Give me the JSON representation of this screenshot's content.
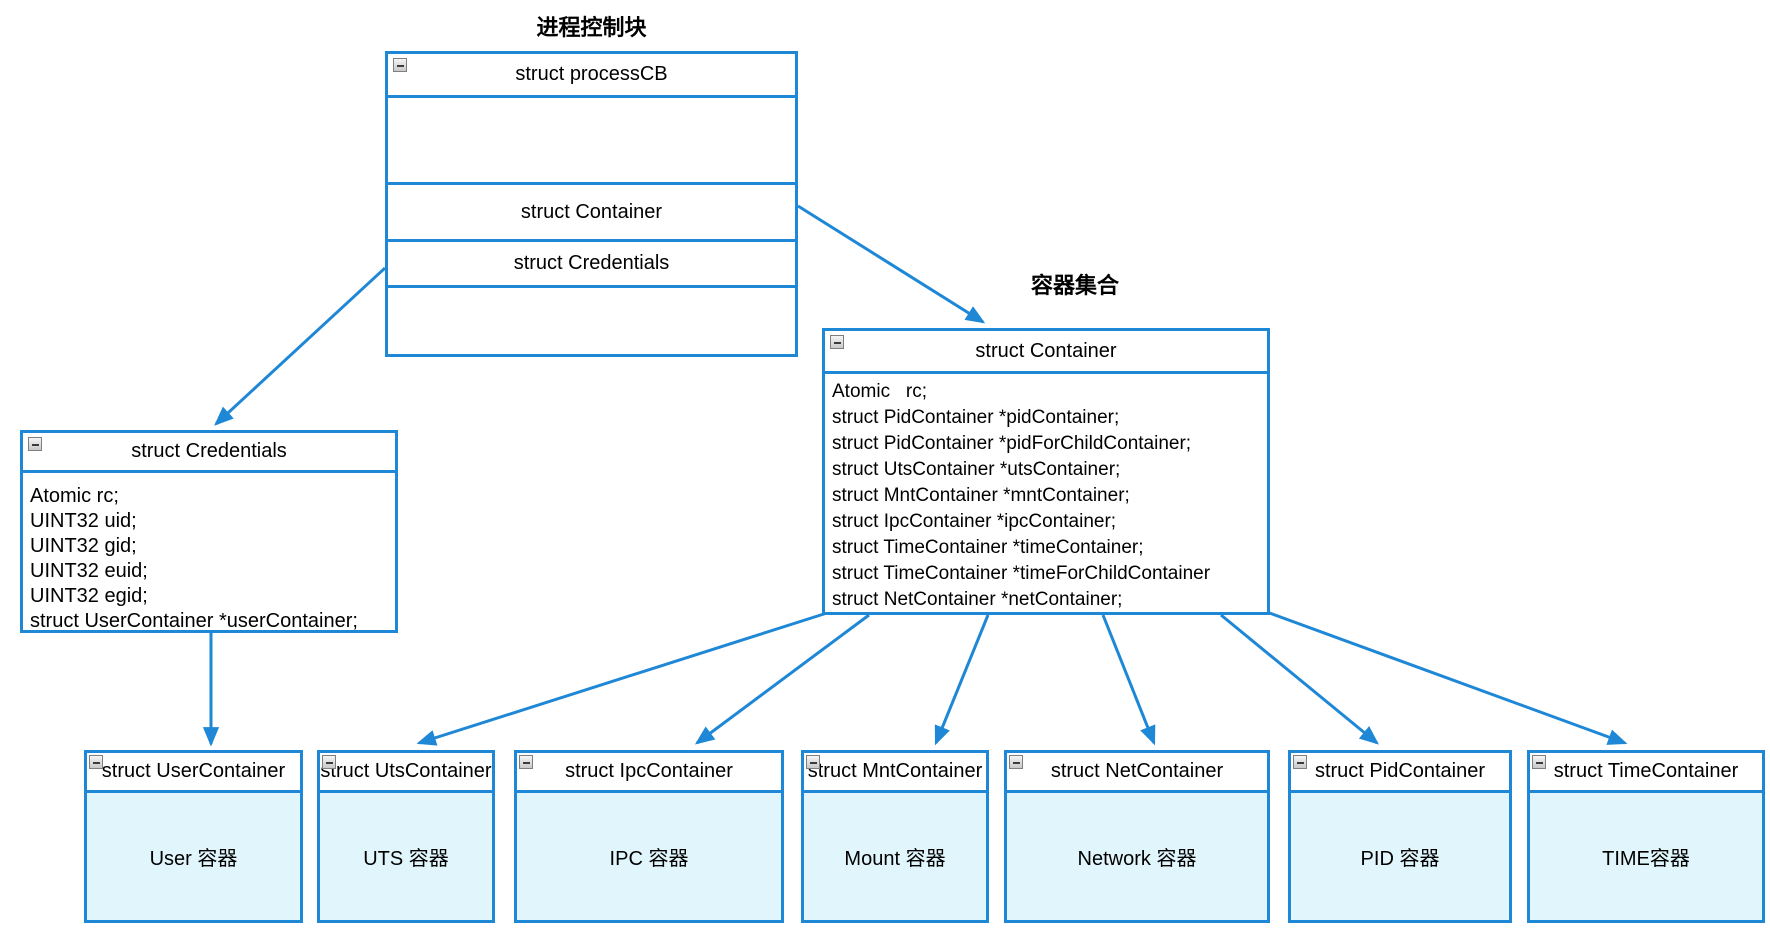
{
  "titles": {
    "process_control_block": "进程控制块",
    "container_set": "容器集合"
  },
  "process_cb_box": {
    "title": "struct processCB",
    "section_container": "struct Container",
    "section_credentials": "struct Credentials"
  },
  "container_box": {
    "title": "struct Container",
    "fields": [
      "Atomic   rc;",
      "struct PidContainer *pidContainer;",
      "struct PidContainer *pidForChildContainer;",
      "struct UtsContainer *utsContainer;",
      "struct MntContainer *mntContainer;",
      "struct IpcContainer *ipcContainer;",
      "struct TimeContainer *timeContainer;",
      "struct TimeContainer *timeForChildContainer",
      "struct NetContainer *netContainer;"
    ]
  },
  "credentials_box": {
    "title": "struct Credentials",
    "fields": [
      "Atomic rc;",
      "UINT32 uid;",
      "UINT32 gid;",
      "UINT32 euid;",
      "UINT32 egid;",
      "struct UserContainer *userContainer;"
    ]
  },
  "bottom_boxes": [
    {
      "title": "struct UserContainer",
      "label": "User 容器"
    },
    {
      "title": "struct UtsContainer",
      "label": "UTS 容器"
    },
    {
      "title": "struct IpcContainer",
      "label": "IPC 容器"
    },
    {
      "title": "struct MntContainer",
      "label": "Mount 容器"
    },
    {
      "title": "struct NetContainer",
      "label": "Network 容器"
    },
    {
      "title": "struct PidContainer",
      "label": "PID 容器"
    },
    {
      "title": "struct TimeContainer",
      "label": "TIME容器"
    }
  ],
  "icons": {
    "collapse": "collapse-minus-icon"
  },
  "colors": {
    "border_blue": "#1e87d6",
    "container_fill": "#e1f6fc",
    "header_fill": "#ffffff",
    "text": "#000000"
  }
}
